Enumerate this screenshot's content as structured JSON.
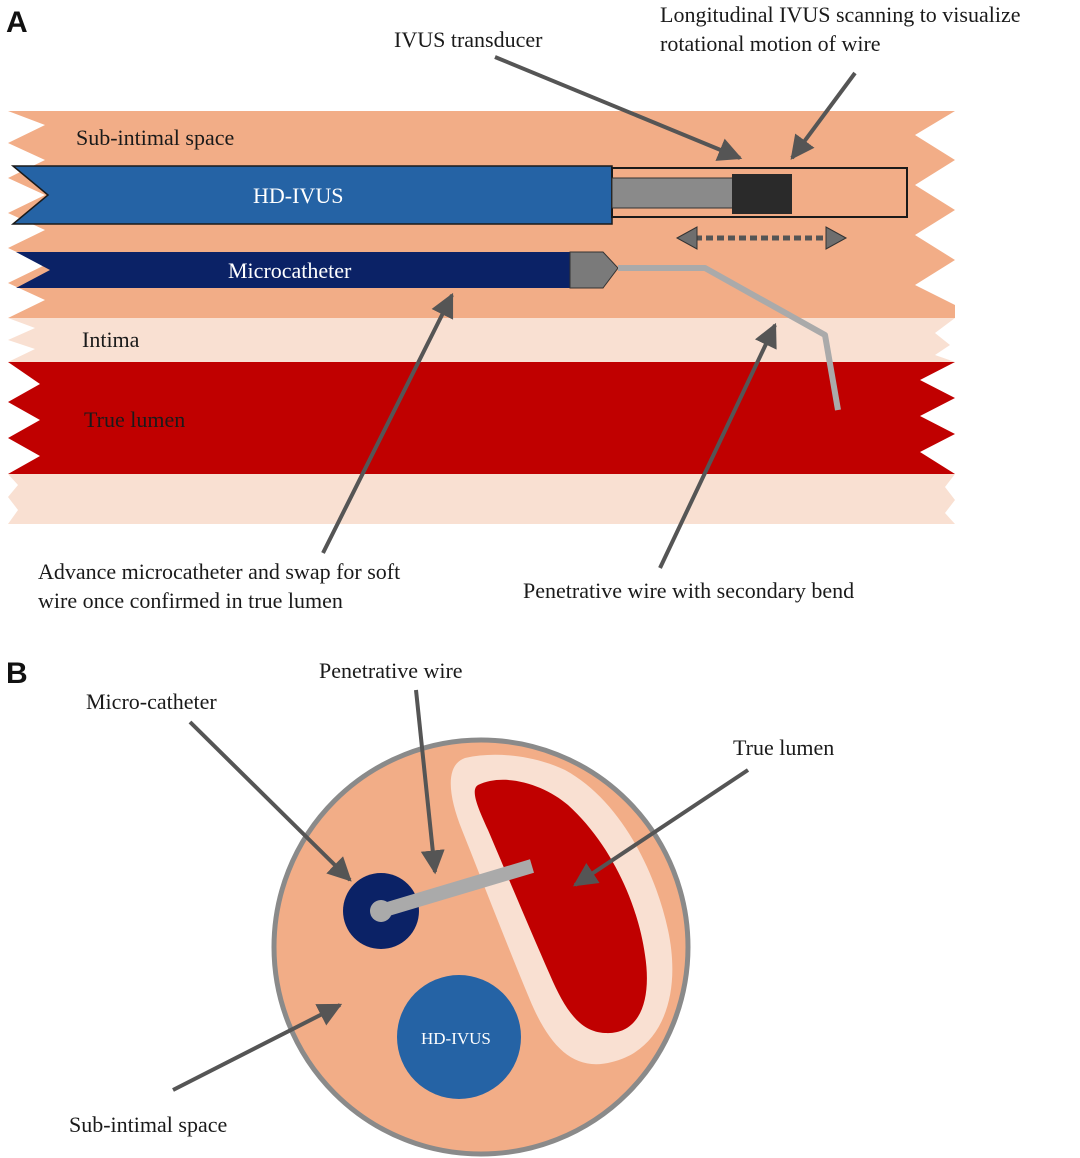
{
  "panel_a": {
    "letter": "A",
    "labels": {
      "sub_intimal_space": "Sub-intimal space",
      "hd_ivus": "HD-IVUS",
      "microcatheter": "Microcatheter",
      "intima": "Intima",
      "true_lumen": "True lumen"
    },
    "annotations": {
      "ivus_transducer": "IVUS transducer",
      "longitudinal_line1": "Longitudinal IVUS scanning to visualize",
      "longitudinal_line2": "rotational motion of wire",
      "advance_line1": "Advance microcatheter and swap for soft",
      "advance_line2": "wire once confirmed in true lumen",
      "penetrative_bend": "Penetrative wire with secondary bend"
    }
  },
  "panel_b": {
    "letter": "B",
    "labels": {
      "penetrative_wire": "Penetrative wire",
      "micro_catheter": "Micro-catheter",
      "true_lumen": "True lumen",
      "hd_ivus": "HD-IVUS",
      "sub_intimal_space": "Sub-intimal space"
    }
  },
  "colors": {
    "sub_intimal": "#f2ad87",
    "intima": "#f9e0d2",
    "true_lumen": "#c00000",
    "hd_ivus_blue": "#2563a5",
    "microcatheter_navy": "#0b2266",
    "wire_gray": "#aaaaaa",
    "transducer": "#2a2a2a",
    "arrow_gray": "#555555"
  }
}
